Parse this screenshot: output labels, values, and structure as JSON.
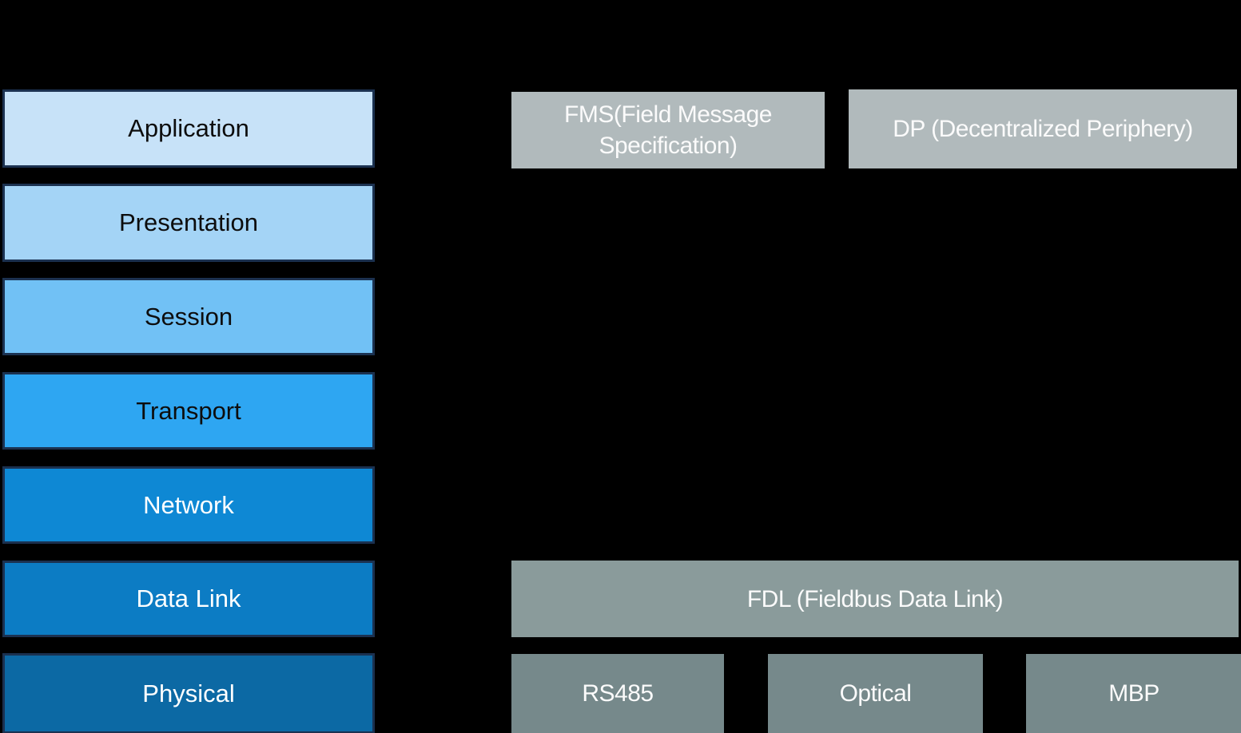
{
  "colors": {
    "background": "#000000",
    "osi_border": "#1b3150",
    "gray_top": "#b1babc",
    "gray_mid": "#8a9b9b",
    "gray_bottom": "#76898b"
  },
  "osi_stack": {
    "layers": [
      {
        "label": "Application",
        "bg": "#c7e2f8",
        "fg": "#0d0d0d"
      },
      {
        "label": "Presentation",
        "bg": "#a4d4f6",
        "fg": "#0d0d0d"
      },
      {
        "label": "Session",
        "bg": "#71c1f5",
        "fg": "#0d0d0d"
      },
      {
        "label": "Transport",
        "bg": "#2ea6f2",
        "fg": "#0d0d0d"
      },
      {
        "label": "Network",
        "bg": "#0e88d4",
        "fg": "#ffffff"
      },
      {
        "label": "Data Link",
        "bg": "#0c7cc4",
        "fg": "#ffffff"
      },
      {
        "label": "Physical",
        "bg": "#0c69a4",
        "fg": "#ffffff"
      }
    ]
  },
  "profibus_stack": {
    "fms": {
      "label": "FMS(Field Message Specification)",
      "bg": "#b1babc",
      "fg": "#fbfbfb"
    },
    "dp": {
      "label": "DP (Decentralized Periphery)",
      "bg": "#b1babc",
      "fg": "#fbfbfb"
    },
    "fdl": {
      "label": "FDL (Fieldbus Data Link)",
      "bg": "#8a9b9b",
      "fg": "#fbfbfb"
    },
    "physical_media": [
      {
        "label": "RS485",
        "bg": "#76898b",
        "fg": "#fbfbfb"
      },
      {
        "label": "Optical",
        "bg": "#76898b",
        "fg": "#fbfbfb"
      },
      {
        "label": "MBP",
        "bg": "#76898b",
        "fg": "#fbfbfb"
      }
    ]
  }
}
